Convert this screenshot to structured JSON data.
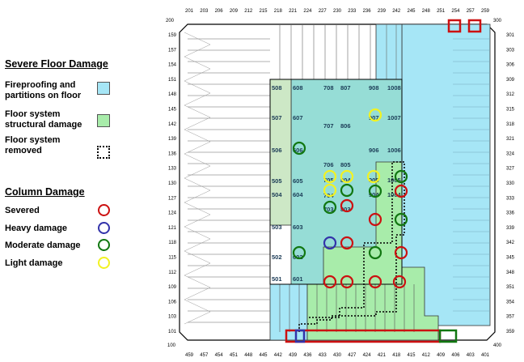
{
  "legend": {
    "floor_title": "Severe Floor Damage",
    "fireproofing_label": "Fireproofing and partitions on floor",
    "structural_label": "Floor system structural damage",
    "removed_label": "Floor system removed",
    "column_title": "Column Damage",
    "severed_label": "Severed",
    "heavy_label": "Heavy damage",
    "moderate_label": "Moderate damage",
    "light_label": "Light damage"
  },
  "colors": {
    "fireproofing": "#a6e6f6",
    "structural": "#a8ecaa",
    "severed": "#cc1111",
    "heavy": "#3333aa",
    "moderate": "#117711",
    "light": "#f2f222"
  },
  "plan": {
    "top_numbers": [
      "201",
      "203",
      "206",
      "209",
      "212",
      "215",
      "218",
      "221",
      "224",
      "227",
      "230",
      "233",
      "236",
      "239",
      "242",
      "245",
      "248",
      "251",
      "254",
      "257",
      "259"
    ],
    "bottom_numbers": [
      "459",
      "457",
      "454",
      "451",
      "448",
      "445",
      "442",
      "439",
      "436",
      "433",
      "430",
      "427",
      "424",
      "421",
      "418",
      "415",
      "412",
      "409",
      "406",
      "403",
      "401"
    ],
    "left_numbers": [
      "159",
      "157",
      "154",
      "151",
      "148",
      "145",
      "142",
      "139",
      "136",
      "133",
      "130",
      "127",
      "124",
      "121",
      "118",
      "115",
      "112",
      "109",
      "106",
      "103",
      "101"
    ],
    "right_numbers": [
      "301",
      "303",
      "306",
      "309",
      "312",
      "315",
      "318",
      "321",
      "324",
      "327",
      "330",
      "333",
      "336",
      "339",
      "342",
      "345",
      "348",
      "351",
      "354",
      "357",
      "359"
    ],
    "corners": {
      "top_left": "200",
      "top_right": "300",
      "bottom_left": "100",
      "bottom_right": "400"
    },
    "column_labels": [
      {
        "text": "508"
      },
      {
        "text": "608"
      },
      {
        "text": "708"
      },
      {
        "text": "807"
      },
      {
        "text": "908"
      },
      {
        "text": "1008"
      },
      {
        "text": "507"
      },
      {
        "text": "607"
      },
      {
        "text": "707"
      },
      {
        "text": "806"
      },
      {
        "text": "907"
      },
      {
        "text": "1007"
      },
      {
        "text": "506"
      },
      {
        "text": "606"
      },
      {
        "text": "906"
      },
      {
        "text": "1006"
      },
      {
        "text": "706"
      },
      {
        "text": "805"
      },
      {
        "text": "505"
      },
      {
        "text": "605"
      },
      {
        "text": "705"
      },
      {
        "text": "804"
      },
      {
        "text": "905"
      },
      {
        "text": "1005"
      },
      {
        "text": "504"
      },
      {
        "text": "604"
      },
      {
        "text": "704"
      },
      {
        "text": "904"
      },
      {
        "text": "1004"
      },
      {
        "text": "703"
      },
      {
        "text": "803"
      },
      {
        "text": "503"
      },
      {
        "text": "603"
      },
      {
        "text": "502"
      },
      {
        "text": "602"
      },
      {
        "text": "501"
      },
      {
        "text": "601"
      }
    ]
  }
}
